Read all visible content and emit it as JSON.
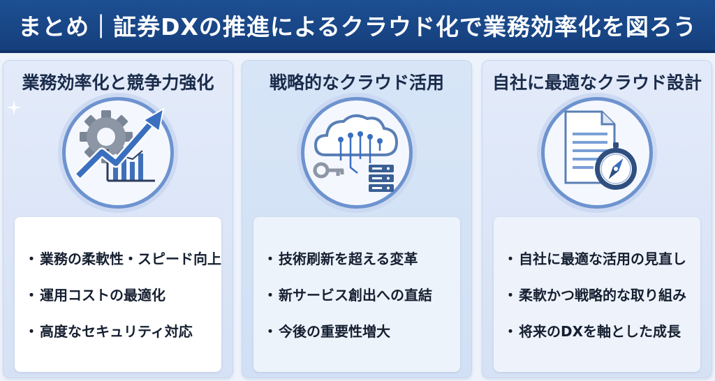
{
  "header": {
    "title": "まとめ｜証券DXの推進によるクラウド化で業務効率化を図ろう"
  },
  "panels": [
    {
      "title": "業務効率化と競争力強化",
      "icon": "gear-chart-growth-icon",
      "items": [
        "業務の柔軟性・スピード向上",
        "運用コストの最適化",
        "高度なセキュリティ対応"
      ]
    },
    {
      "title": "戦略的なクラウド活用",
      "icon": "cloud-network-key-server-icon",
      "items": [
        "技術刷新を超える変革",
        "新サービス創出への直結",
        "今後の重要性増大"
      ]
    },
    {
      "title": "自社に最適なクラウド設計",
      "icon": "document-compass-icon",
      "items": [
        "自社に最適な活用の見直し",
        "柔軟かつ戦略的な取り組み",
        "将来のDXを軸とした成長"
      ]
    }
  ],
  "bullet": "・",
  "colors": {
    "header": "#1d4f93",
    "accent": "#3a6fc0",
    "panel": "#dfe8f8"
  }
}
